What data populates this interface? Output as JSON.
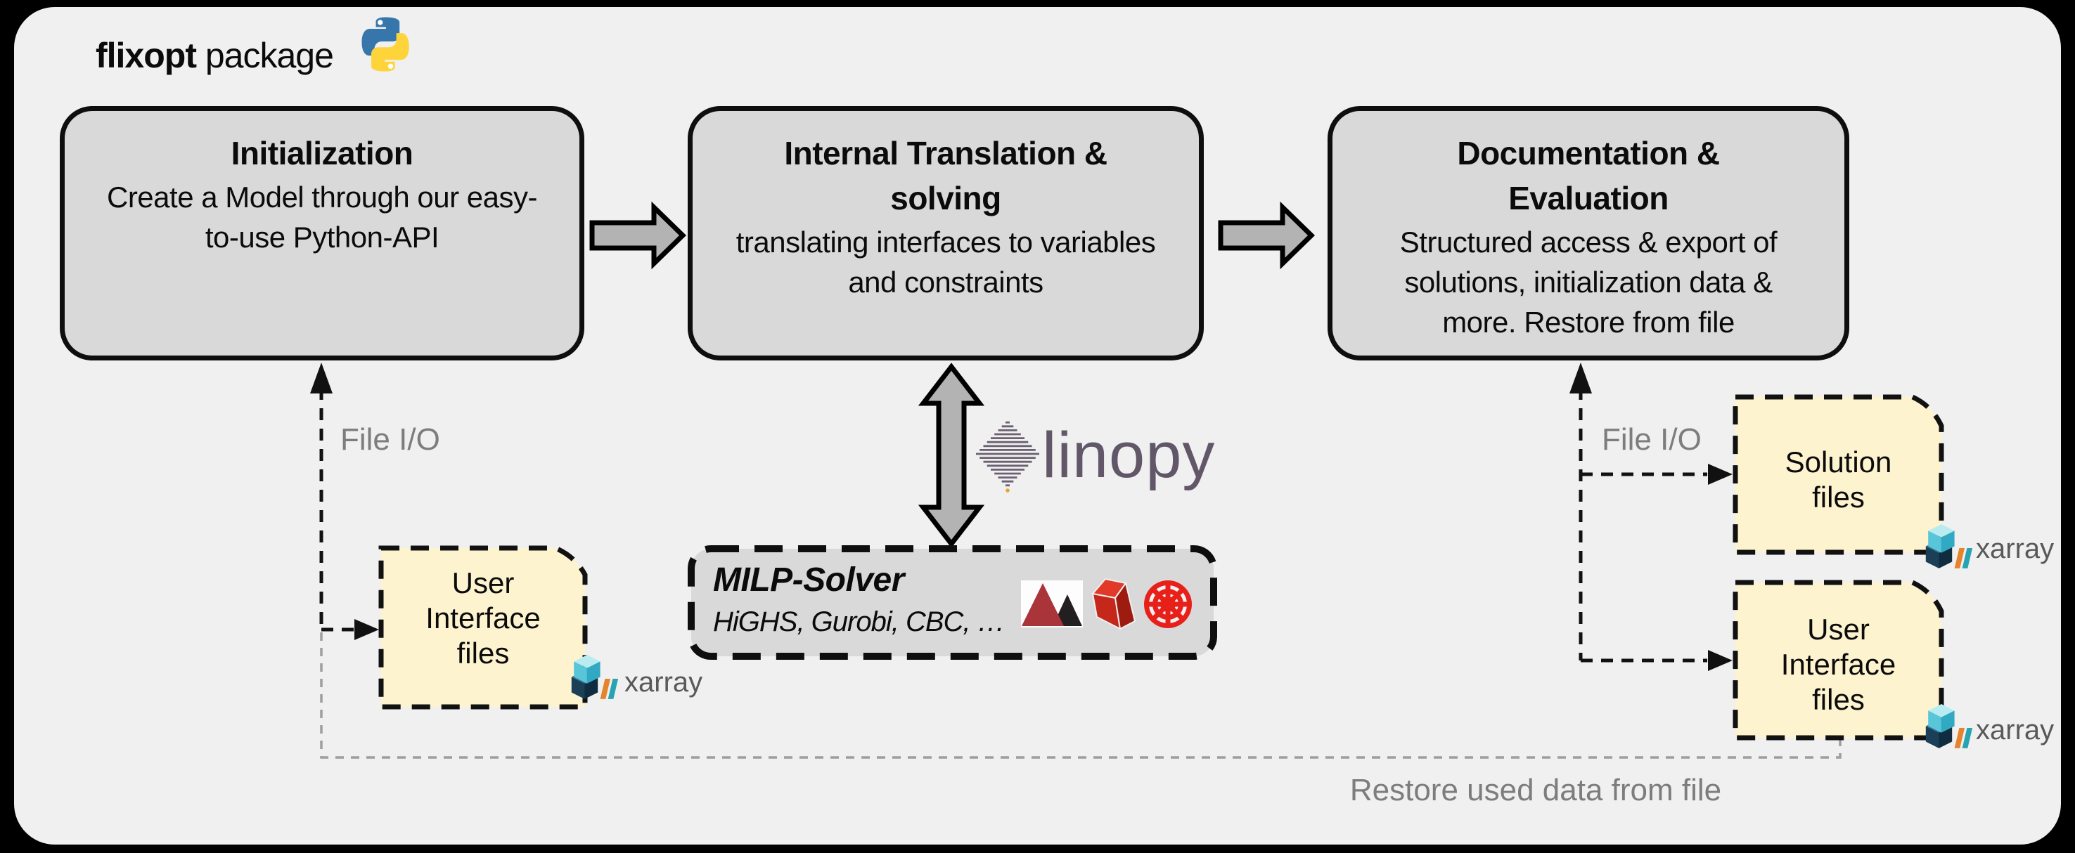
{
  "title": {
    "brand": "flixopt",
    "rest": " package"
  },
  "stages": [
    {
      "heading": "Initialization",
      "body": "Create a Model through our easy-\nto-use Python-API"
    },
    {
      "heading": "Internal Translation &\nsolving",
      "body": "translating interfaces to variables\nand constraints"
    },
    {
      "heading": "Documentation &\nEvaluation",
      "body": "Structured access & export of\nsolutions, initialization data &\nmore. Restore from file"
    }
  ],
  "solver": {
    "heading": "MILP-Solver",
    "solvers": "HiGHS, Gurobi, CBC, …"
  },
  "linopy": {
    "label": "linopy"
  },
  "file_boxes": {
    "left_user_interface": "User\nInterface\nfiles",
    "solution": "Solution\nfiles",
    "right_user_interface": "User\nInterface\nfiles"
  },
  "labels": {
    "file_io_left": "File I/O",
    "file_io_right": "File I/O",
    "restore": "Restore used data from file",
    "xarray_left": "xarray",
    "xarray_solution": "xarray",
    "xarray_right": "xarray"
  },
  "colors": {
    "panel": "#f0f0f0",
    "stage_fill": "#d9d9d9",
    "arrow_fill": "#b3b3b3",
    "note_fill": "#fdf3cf",
    "linopy_purple": "#615769",
    "python_blue": "#3776ab",
    "python_yellow": "#ffd43b",
    "solver_red": "#e8201a"
  }
}
